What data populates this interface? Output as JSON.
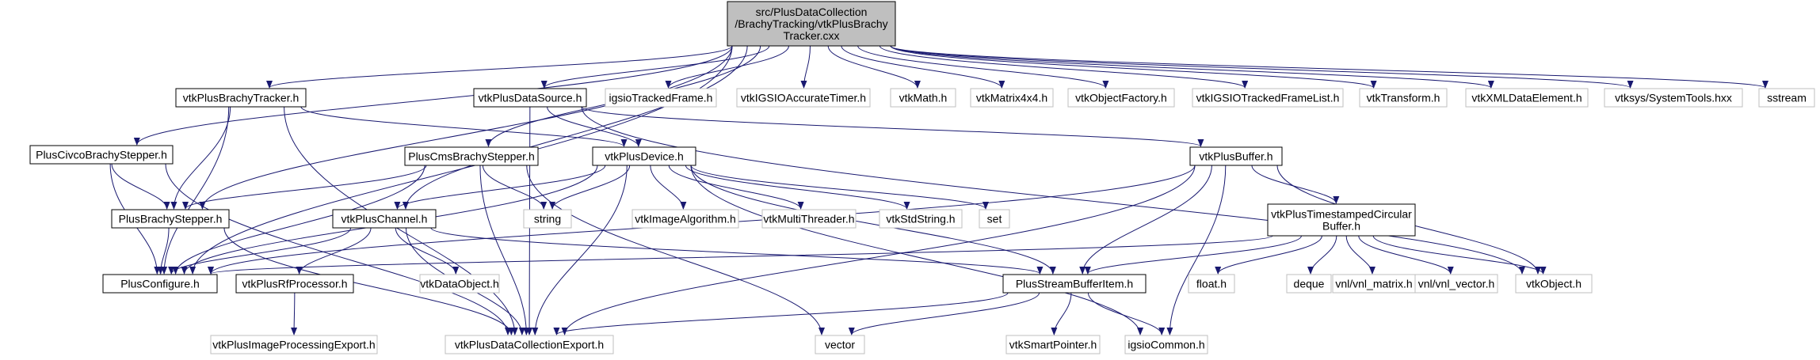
{
  "graph": {
    "root": {
      "id": "root",
      "lines": [
        "src/PlusDataCollection",
        "/BrachyTracking/vtkPlusBrachy",
        "Tracker.cxx"
      ]
    },
    "nodes": [
      {
        "id": "vtkPlusBrachyTracker_h",
        "label": "vtkPlusBrachyTracker.h",
        "documented": true
      },
      {
        "id": "PlusCivcoBrachyStepper_h",
        "label": "PlusCivcoBrachyStepper.h",
        "documented": true
      },
      {
        "id": "PlusCmsBrachyStepper_h",
        "label": "PlusCmsBrachyStepper.h",
        "documented": true
      },
      {
        "id": "vtkPlusDataSource_h",
        "label": "vtkPlusDataSource.h",
        "documented": true
      },
      {
        "id": "igsioTrackedFrame_h",
        "label": "igsioTrackedFrame.h",
        "documented": false
      },
      {
        "id": "vtkIGSIOAccurateTimer_h",
        "label": "vtkIGSIOAccurateTimer.h",
        "documented": false
      },
      {
        "id": "vtkMath_h",
        "label": "vtkMath.h",
        "documented": false
      },
      {
        "id": "vtkMatrix4x4_h",
        "label": "vtkMatrix4x4.h",
        "documented": false
      },
      {
        "id": "vtkObjectFactory_h",
        "label": "vtkObjectFactory.h",
        "documented": false
      },
      {
        "id": "vtkIGSIOTrackedFrameList_h",
        "label": "vtkIGSIOTrackedFrameList.h",
        "documented": false
      },
      {
        "id": "vtkTransform_h",
        "label": "vtkTransform.h",
        "documented": false
      },
      {
        "id": "vtkXMLDataElement_h",
        "label": "vtkXMLDataElement.h",
        "documented": false
      },
      {
        "id": "vtksys_SystemTools_hxx",
        "label": "vtksys/SystemTools.hxx",
        "documented": false
      },
      {
        "id": "sstream",
        "label": "sstream",
        "documented": false
      },
      {
        "id": "vtkPlusDevice_h",
        "label": "vtkPlusDevice.h",
        "documented": true
      },
      {
        "id": "vtkPlusBuffer_h",
        "label": "vtkPlusBuffer.h",
        "documented": true
      },
      {
        "id": "PlusBrachyStepper_h",
        "label": "PlusBrachyStepper.h",
        "documented": true
      },
      {
        "id": "vtkPlusChannel_h",
        "label": "vtkPlusChannel.h",
        "documented": true
      },
      {
        "id": "string",
        "label": "string",
        "documented": false
      },
      {
        "id": "vtkImageAlgorithm_h",
        "label": "vtkImageAlgorithm.h",
        "documented": false
      },
      {
        "id": "vtkMultiThreader_h",
        "label": "vtkMultiThreader.h",
        "documented": false
      },
      {
        "id": "vtkStdString_h",
        "label": "vtkStdString.h",
        "documented": false
      },
      {
        "id": "set",
        "label": "set",
        "documented": false
      },
      {
        "id": "vtkPlusTimestampedCircularBuffer_h",
        "lines": [
          "vtkPlusTimestampedCircular",
          "Buffer.h"
        ],
        "documented": true
      },
      {
        "id": "PlusConfigure_h",
        "label": "PlusConfigure.h",
        "documented": true
      },
      {
        "id": "vtkPlusRfProcessor_h",
        "label": "vtkPlusRfProcessor.h",
        "documented": true
      },
      {
        "id": "vtkDataObject_h",
        "label": "vtkDataObject.h",
        "documented": false
      },
      {
        "id": "PlusStreamBufferItem_h",
        "label": "PlusStreamBufferItem.h",
        "documented": true
      },
      {
        "id": "float_h",
        "label": "float.h",
        "documented": false
      },
      {
        "id": "deque",
        "label": "deque",
        "documented": false
      },
      {
        "id": "vnl_matrix_h",
        "label": "vnl/vnl_matrix.h",
        "documented": false
      },
      {
        "id": "vnl_vector_h",
        "label": "vnl/vnl_vector.h",
        "documented": false
      },
      {
        "id": "vtkObject_h",
        "label": "vtkObject.h",
        "documented": false
      },
      {
        "id": "vtkPlusImageProcessingExport_h",
        "label": "vtkPlusImageProcessingExport.h",
        "documented": false
      },
      {
        "id": "vtkPlusDataCollectionExport_h",
        "label": "vtkPlusDataCollectionExport.h",
        "documented": false
      },
      {
        "id": "vector",
        "label": "vector",
        "documented": false
      },
      {
        "id": "vtkSmartPointer_h",
        "label": "vtkSmartPointer.h",
        "documented": false
      },
      {
        "id": "igsioCommon_h",
        "label": "igsioCommon.h",
        "documented": false
      }
    ],
    "edges": [
      [
        "root",
        "vtkPlusBrachyTracker_h"
      ],
      [
        "root",
        "PlusCivcoBrachyStepper_h"
      ],
      [
        "root",
        "PlusCmsBrachyStepper_h"
      ],
      [
        "root",
        "vtkPlusDataSource_h"
      ],
      [
        "root",
        "igsioTrackedFrame_h"
      ],
      [
        "root",
        "vtkIGSIOAccurateTimer_h"
      ],
      [
        "root",
        "vtkMath_h"
      ],
      [
        "root",
        "vtkMatrix4x4_h"
      ],
      [
        "root",
        "vtkObjectFactory_h"
      ],
      [
        "root",
        "vtkIGSIOTrackedFrameList_h"
      ],
      [
        "root",
        "vtkTransform_h"
      ],
      [
        "root",
        "vtkXMLDataElement_h"
      ],
      [
        "root",
        "vtksys_SystemTools_hxx"
      ],
      [
        "root",
        "sstream"
      ],
      [
        "root",
        "PlusBrachyStepper_h"
      ],
      [
        "root",
        "vtkPlusChannel_h"
      ],
      [
        "root",
        "PlusConfigure_h"
      ],
      [
        "vtkPlusBrachyTracker_h",
        "vtkPlusDevice_h"
      ],
      [
        "vtkPlusBrachyTracker_h",
        "PlusBrachyStepper_h"
      ],
      [
        "vtkPlusBrachyTracker_h",
        "PlusConfigure_h"
      ],
      [
        "vtkPlusBrachyTracker_h",
        "vtkPlusDataCollectionExport_h"
      ],
      [
        "PlusCivcoBrachyStepper_h",
        "PlusBrachyStepper_h"
      ],
      [
        "PlusCivcoBrachyStepper_h",
        "PlusConfigure_h"
      ],
      [
        "PlusCivcoBrachyStepper_h",
        "vtkPlusDataCollectionExport_h"
      ],
      [
        "PlusCmsBrachyStepper_h",
        "PlusBrachyStepper_h"
      ],
      [
        "PlusCmsBrachyStepper_h",
        "PlusConfigure_h"
      ],
      [
        "PlusCmsBrachyStepper_h",
        "string"
      ],
      [
        "PlusCmsBrachyStepper_h",
        "vector"
      ],
      [
        "PlusCmsBrachyStepper_h",
        "vtkPlusDataCollectionExport_h"
      ],
      [
        "vtkPlusDataSource_h",
        "vtkPlusDevice_h"
      ],
      [
        "vtkPlusDataSource_h",
        "vtkPlusBuffer_h"
      ],
      [
        "vtkPlusDataSource_h",
        "vtkObject_h"
      ],
      [
        "vtkPlusDataSource_h",
        "vtkPlusDataCollectionExport_h"
      ],
      [
        "vtkPlusDevice_h",
        "vtkPlusChannel_h"
      ],
      [
        "vtkPlusDevice_h",
        "PlusConfigure_h"
      ],
      [
        "vtkPlusDevice_h",
        "string"
      ],
      [
        "vtkPlusDevice_h",
        "vtkImageAlgorithm_h"
      ],
      [
        "vtkPlusDevice_h",
        "vtkMultiThreader_h"
      ],
      [
        "vtkPlusDevice_h",
        "vtkStdString_h"
      ],
      [
        "vtkPlusDevice_h",
        "set"
      ],
      [
        "vtkPlusDevice_h",
        "PlusStreamBufferItem_h"
      ],
      [
        "vtkPlusDevice_h",
        "igsioCommon_h"
      ],
      [
        "vtkPlusDevice_h",
        "vtkPlusDataCollectionExport_h"
      ],
      [
        "vtkPlusBuffer_h",
        "vtkPlusTimestampedCircularBuffer_h"
      ],
      [
        "vtkPlusBuffer_h",
        "PlusConfigure_h"
      ],
      [
        "vtkPlusBuffer_h",
        "PlusStreamBufferItem_h"
      ],
      [
        "vtkPlusBuffer_h",
        "vtkObject_h"
      ],
      [
        "vtkPlusBuffer_h",
        "igsioCommon_h"
      ],
      [
        "vtkPlusBuffer_h",
        "vtkPlusDataCollectionExport_h"
      ],
      [
        "PlusBrachyStepper_h",
        "PlusConfigure_h"
      ],
      [
        "PlusBrachyStepper_h",
        "vtkPlusDataCollectionExport_h"
      ],
      [
        "vtkPlusChannel_h",
        "PlusConfigure_h"
      ],
      [
        "vtkPlusChannel_h",
        "vtkPlusRfProcessor_h"
      ],
      [
        "vtkPlusChannel_h",
        "vtkDataObject_h"
      ],
      [
        "vtkPlusChannel_h",
        "PlusStreamBufferItem_h"
      ],
      [
        "vtkPlusChannel_h",
        "vtkPlusDataCollectionExport_h"
      ],
      [
        "vtkPlusRfProcessor_h",
        "vtkPlusImageProcessingExport_h"
      ],
      [
        "vtkPlusTimestampedCircularBuffer_h",
        "PlusConfigure_h"
      ],
      [
        "vtkPlusTimestampedCircularBuffer_h",
        "PlusStreamBufferItem_h"
      ],
      [
        "vtkPlusTimestampedCircularBuffer_h",
        "float_h"
      ],
      [
        "vtkPlusTimestampedCircularBuffer_h",
        "deque"
      ],
      [
        "vtkPlusTimestampedCircularBuffer_h",
        "vnl_matrix_h"
      ],
      [
        "vtkPlusTimestampedCircularBuffer_h",
        "vnl_vector_h"
      ],
      [
        "vtkPlusTimestampedCircularBuffer_h",
        "vtkObject_h"
      ],
      [
        "PlusStreamBufferItem_h",
        "vtkPlusDataCollectionExport_h"
      ],
      [
        "PlusStreamBufferItem_h",
        "vector"
      ],
      [
        "PlusStreamBufferItem_h",
        "vtkSmartPointer_h"
      ],
      [
        "PlusStreamBufferItem_h",
        "igsioCommon_h"
      ]
    ]
  },
  "colors": {
    "root_fill": "#bfbfbf",
    "node_fill": "#ffffff",
    "documented_border": "#000000",
    "external_border": "#bfbfbf",
    "edge": "#191970",
    "text": "#000000"
  }
}
